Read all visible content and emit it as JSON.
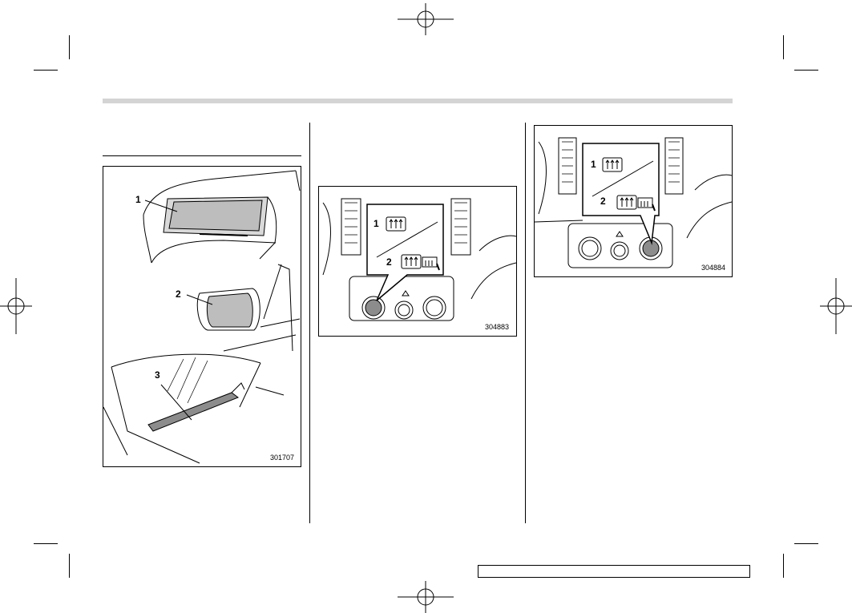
{
  "figures": [
    {
      "code": "301707",
      "callouts": [
        "1",
        "2",
        "3"
      ]
    },
    {
      "code": "304883",
      "callouts": [
        "1",
        "2"
      ]
    },
    {
      "code": "304884",
      "callouts": [
        "1",
        "2"
      ]
    }
  ],
  "colors": {
    "header_bar": "#d4d4d4",
    "glass_fill": "#bdbdbd",
    "knob_fill": "#8c8c8c"
  },
  "icons": [
    "rear-defogger-icon",
    "mirror-defogger-icon",
    "registration-target-icon"
  ]
}
